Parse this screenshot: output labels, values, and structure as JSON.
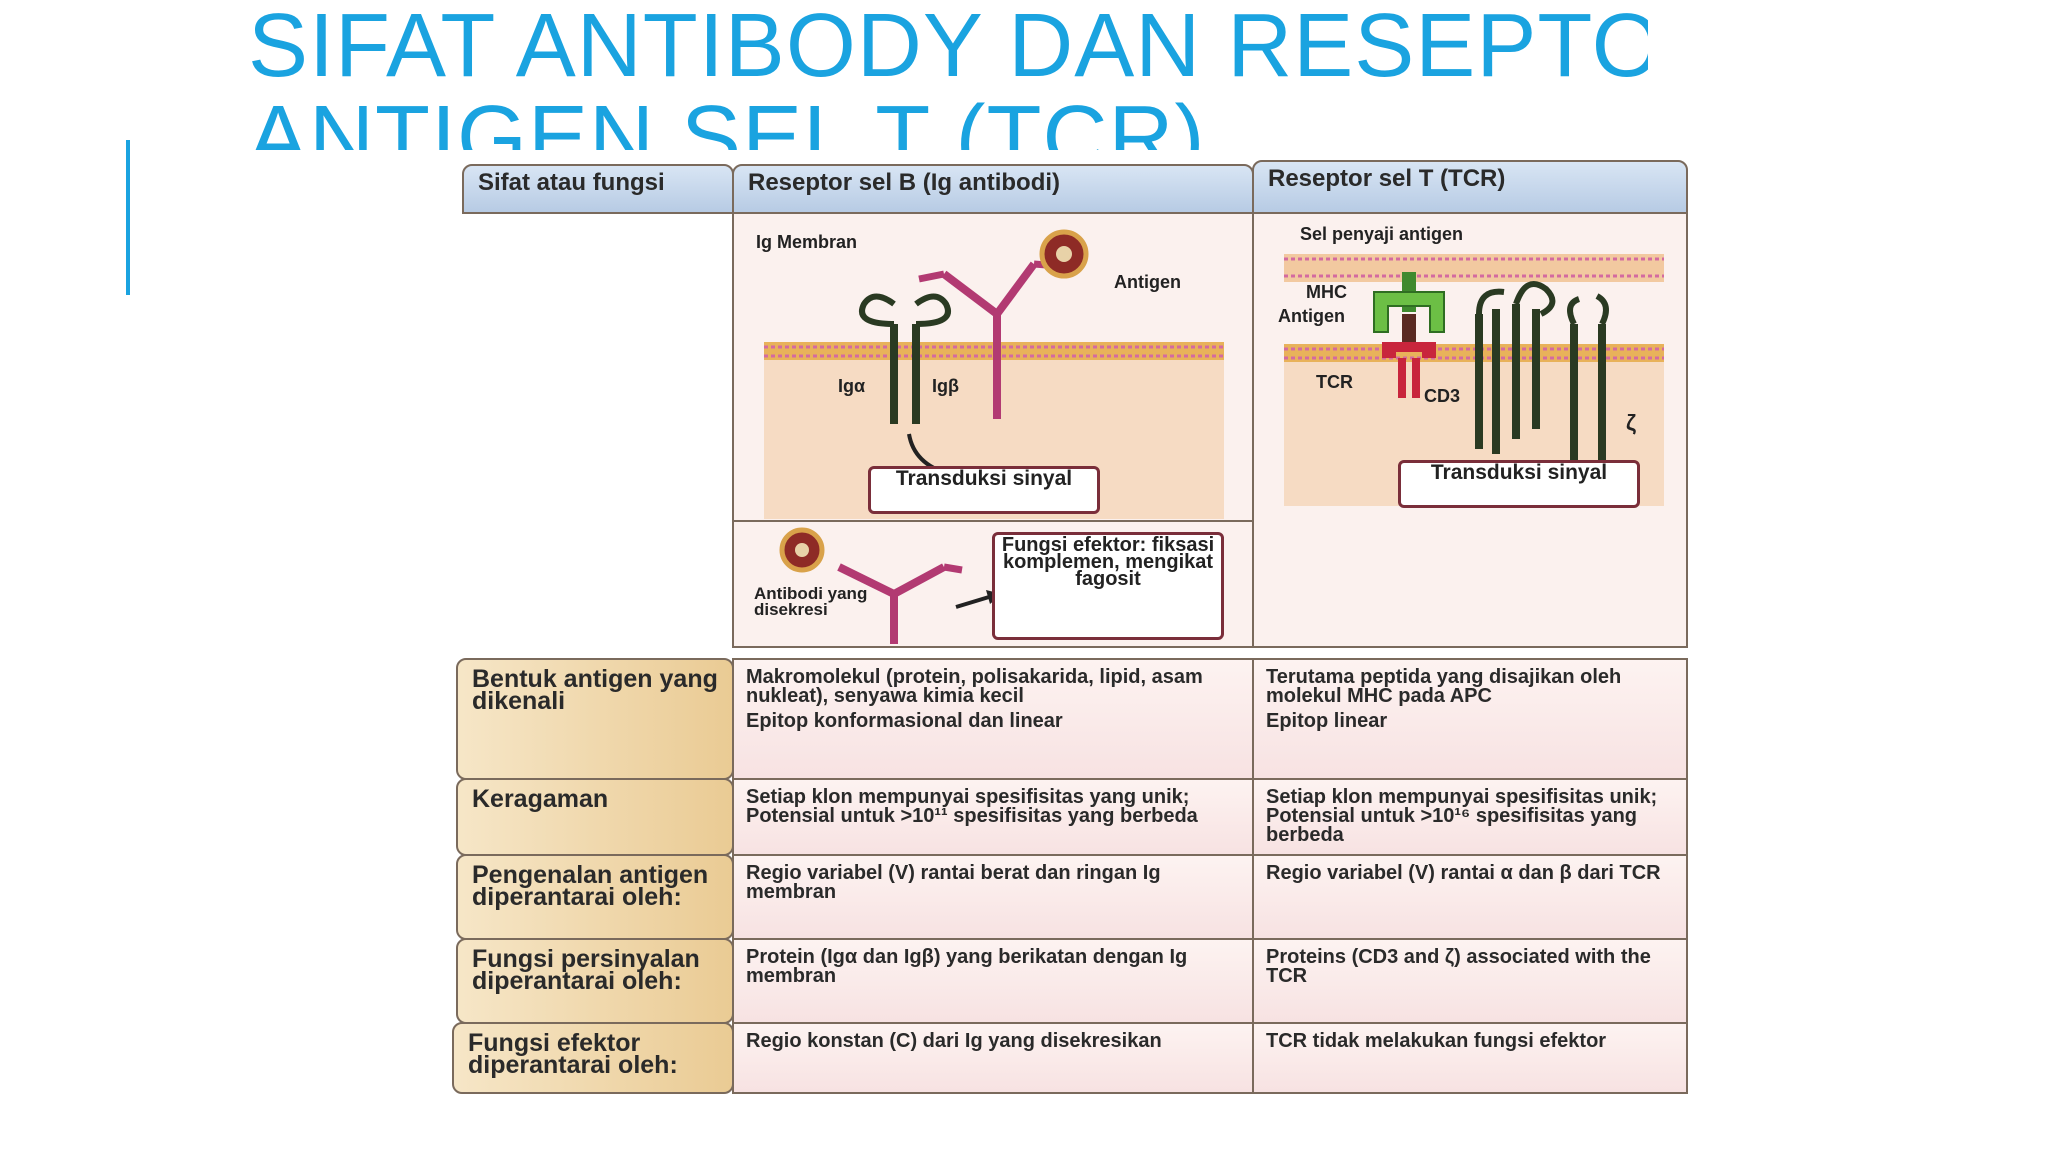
{
  "slide": {
    "title_line1": "SIFAT ANTIBODY DAN RESEPTOR",
    "title_line2": "ANTIGEN SEL T (TCR)"
  },
  "table": {
    "headers": {
      "col0": "Sifat atau fungsi",
      "col1": "Reseptor sel B (Ig antibodi)",
      "col2": "Reseptor sel T (TCR)"
    },
    "bcell_diagram": {
      "ig_membrane": "Ig Membran",
      "antigen": "Antigen",
      "ig_alpha": "Igα",
      "ig_beta": "Igβ",
      "signal": "Transduksi sinyal",
      "secreted": "Antibodi yang disekresi",
      "effector": "Fungsi efektor: fiksasi komplemen, mengikat fagosit"
    },
    "tcell_diagram": {
      "apc": "Sel penyaji antigen",
      "mhc": "MHC",
      "antigen": "Antigen",
      "tcr": "TCR",
      "cd3": "CD3",
      "zeta": "ζ",
      "signal": "Transduksi sinyal"
    },
    "rows": [
      {
        "label": "Bentuk antigen yang dikenali",
        "b_line1": "Makromolekul (protein, polisakarida, lipid, asam nukleat), senyawa kimia kecil",
        "b_line2": "Epitop konformasional dan linear",
        "t_line1": "Terutama peptida yang disajikan oleh molekul MHC pada APC",
        "t_line2": "Epitop linear"
      },
      {
        "label": "Keragaman",
        "b_line1": "Setiap klon mempunyai spesifisitas yang unik; Potensial untuk >10¹¹ spesifisitas yang berbeda",
        "t_line1": "Setiap klon mempunyai spesifisitas unik; Potensial untuk >10¹⁶ spesifisitas yang berbeda"
      },
      {
        "label": "Pengenalan antigen diperantarai oleh:",
        "b_line1": "Regio variabel (V) rantai berat dan ringan Ig membran",
        "t_line1": "Regio variabel (V) rantai α dan β dari TCR"
      },
      {
        "label": "Fungsi persinyalan diperantarai oleh:",
        "b_line1": "Protein (Igα dan Igβ) yang berikatan dengan Ig membran",
        "t_line1": "Proteins (CD3 and ζ) associated with the TCR"
      },
      {
        "label": "Fungsi efektor diperantarai oleh:",
        "b_line1": "Regio konstan (C) dari Ig yang disekresikan",
        "t_line1": "TCR tidak melakukan fungsi efektor"
      }
    ]
  },
  "colors": {
    "accent": "#1aa3e0",
    "header_fill": "#c6d7ec",
    "label_fill": "#efd5a6",
    "body_fill": "#f9e8e8"
  }
}
